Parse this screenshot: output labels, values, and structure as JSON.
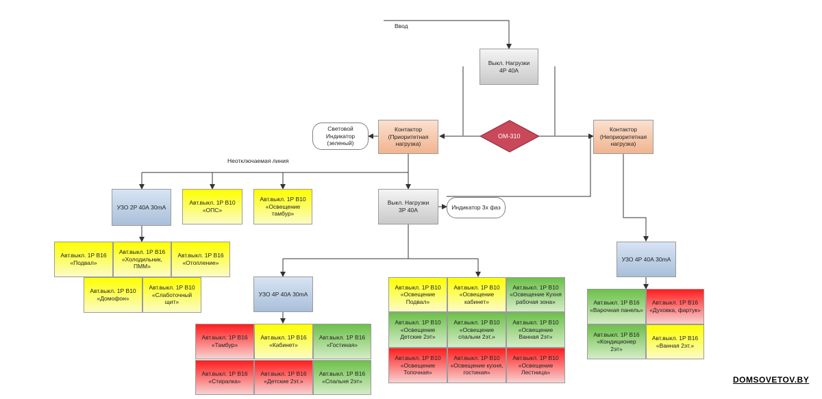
{
  "labels": {
    "input": "Ввод",
    "permanent_line": "Неотключаемая линия",
    "om": "ОМ-310",
    "watermark": "DOMSOVETOV.BY"
  },
  "boxes": {
    "main_switch": "Выкл. Нагрузки\n4Р 40А",
    "contactor_priority": "Контактор\n(Приоритетная\nнагрузка)",
    "contactor_nonpriority": "Контактор\n(Неприоритетная\nнагрузка)",
    "light_indicator": "Световой\nИндикатор\n(зеленый)",
    "switch_3p": "Выкл. Нагрузки\n3Р 40А",
    "indicator_3ph": "Индикатор 3х фаз",
    "uzo_2p": "УЗО 2Р 40А 30mA",
    "ops": "Авт.выкл. 1Р В10\n«ОПС»",
    "tambur_light": "Авт.выкл. 1Р В10\n«Освещение\nтамбур»",
    "basement": "Авт.выкл. 1Р В16\n«Подвал»",
    "fridge": "Авт.выкл. 1Р В16\n«Холодильник,\nПММ»",
    "heating": "Авт.выкл. 1Р В16\n«Отопление»",
    "intercom": "Авт.выкл. 1Р В10\n«Домофон»",
    "lowcurrent": "Авт.выкл. 1Р В10\n«Слаботочный\nщит»",
    "uzo_4p_mid": "УЗО 4Р 40А 30mA",
    "tambur": "Авт.выкл. 1Р В16\n«Тамбур»",
    "cabinet": "Авт.выкл. 1Р В16\n«Кабинет»",
    "living": "Авт.выкл. 1Р В16\n«Гостиная»",
    "washer": "Авт.выкл. 1Р В16\n«Стиралка»",
    "kids2": "Авт.выкл. 1Р В16\n«Детские 2эт.»",
    "bedroom2": "Авт.выкл. 1Р В16\n«Спальня 2эт»",
    "l_basement": "Авт.выкл. 1Р В10\n«Освещение\nПодвал»",
    "l_cabinet": "Авт.выкл. 1Р В10\n«Освещение\nкабинет»",
    "l_kitchen_work": "Авт.выкл. 1Р В10\n«Освещение Кухня\nрабочая зона»",
    "l_kids2": "Авт.выкл. 1Р В10\n«Освещение\nДетские 2эт»",
    "l_bed2": "Авт.выкл. 1Р В10\n«Освещение\nспальни 2эт.»",
    "l_bath2": "Авт.выкл. 1Р В10\n«Освещение\nВанная 2эт»",
    "l_furnace": "Авт.выкл. 1Р В10\n«Освещение\nТопочная»",
    "l_kitchen_living": "Авт.выкл. 1Р В10\n«Освещение кухня,\nгостиная»",
    "l_stairs": "Авт.выкл. 1Р В10\n«Освещение\nЛестница»",
    "uzo_4p_right": "УЗО 4Р 40А 30mA",
    "stove": "Авт.выкл. 1Р В16\n«Варочная панель»",
    "oven": "Авт.выкл. 1Р В16\n«Духовка, фартук»",
    "aircon": "Авт.выкл. 1Р В16\n«Кондиционер\n2эт»",
    "bath2": "Авт.выкл. 1Р В16\n«Ванная 2эт.»"
  }
}
